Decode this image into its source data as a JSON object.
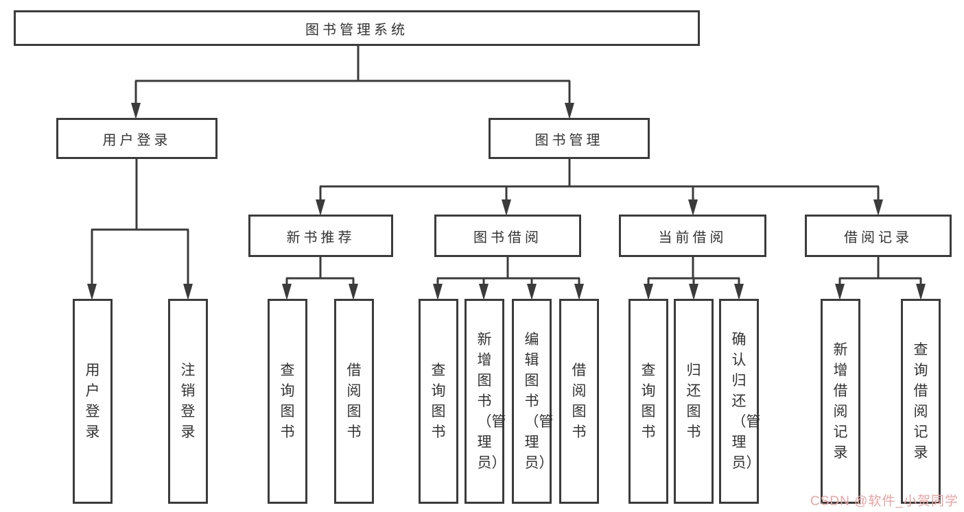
{
  "diagram": {
    "colors": {
      "line": "#3b3b3b",
      "box_border": "#3b3b3b",
      "box_background": "#ffffff",
      "text": "#333333",
      "watermark": "#f0a2a2"
    },
    "watermark": "CSDN @软件_小贺同学",
    "tree": {
      "label": "图书管理系统",
      "children": [
        {
          "label": "用户登录",
          "children": [
            {
              "label": "用户登录"
            },
            {
              "label": "注销登录"
            }
          ]
        },
        {
          "label": "图书管理",
          "children": [
            {
              "label": "新书推荐",
              "children": [
                {
                  "label": "查询图书"
                },
                {
                  "label": "借阅图书"
                }
              ]
            },
            {
              "label": "图书借阅",
              "children": [
                {
                  "label": "查询图书"
                },
                {
                  "label": "新增图书（管理员）"
                },
                {
                  "label": "编辑图书（管理员）"
                },
                {
                  "label": "借阅图书"
                }
              ]
            },
            {
              "label": "当前借阅",
              "children": [
                {
                  "label": "查询图书"
                },
                {
                  "label": "归还图书"
                },
                {
                  "label": "确认归还（管理员）"
                }
              ]
            },
            {
              "label": "借阅记录",
              "children": [
                {
                  "label": "新增借阅记录"
                },
                {
                  "label": "查询借阅记录"
                }
              ]
            }
          ]
        }
      ]
    }
  }
}
